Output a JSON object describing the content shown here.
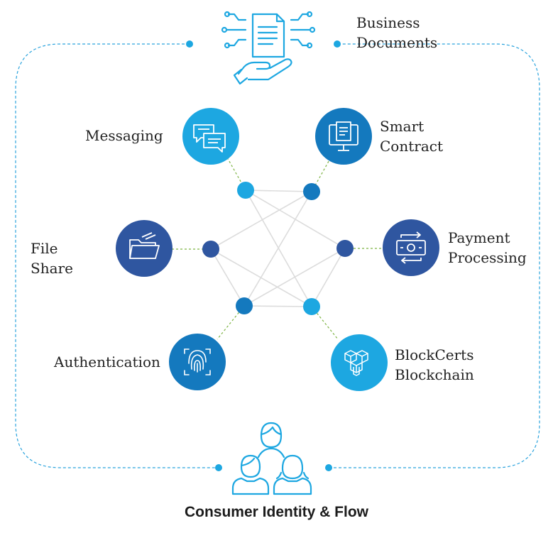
{
  "diagram": {
    "title": "Consumer Identity & Flow",
    "top_label": [
      "Business",
      "Documents"
    ],
    "nodes": {
      "messaging": {
        "label": [
          "Messaging"
        ],
        "icon": "chat-bubbles-icon"
      },
      "smart_contract": {
        "label": [
          "Smart",
          "Contract"
        ],
        "icon": "contract-monitor-icon"
      },
      "file_share": {
        "label": [
          "File",
          "Share"
        ],
        "icon": "folder-icon"
      },
      "payment_processing": {
        "label": [
          "Payment",
          "Processing"
        ],
        "icon": "payment-exchange-icon"
      },
      "authentication": {
        "label": [
          "Authentication"
        ],
        "icon": "fingerprint-icon"
      },
      "blockcerts": {
        "label": [
          "BlockCerts",
          "Blockchain"
        ],
        "icon": "blocks-cube-icon"
      }
    },
    "top_icon": "document-hand-circuit-icon",
    "bottom_icon": "people-group-icon",
    "colors": {
      "light_blue": "#1da7e1",
      "mid_blue": "#1479be",
      "dark_blue": "#2f56a0",
      "line_grey": "#dcdcdc",
      "dash_green": "#7cb342",
      "frame_blue": "#2ba3dd"
    }
  }
}
